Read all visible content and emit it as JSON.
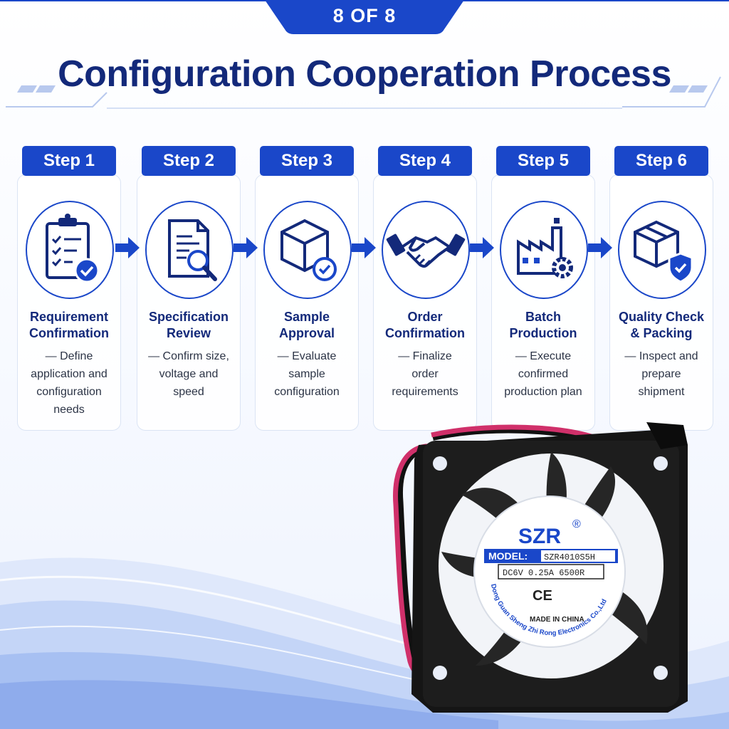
{
  "badge": {
    "label": "8 OF 8"
  },
  "header": {
    "title": "Configuration Cooperation Process"
  },
  "steps": [
    {
      "tab": "Step 1",
      "title_line1": "Requirement",
      "title_line2": "Confirmation",
      "desc_lines": [
        "— Define",
        "application and",
        "configuration",
        "needs"
      ],
      "icon": "clipboard-check-icon"
    },
    {
      "tab": "Step 2",
      "title_line1": "Specification",
      "title_line2": "Review",
      "desc_lines": [
        "— Confirm size,",
        "voltage and",
        "speed"
      ],
      "icon": "document-search-icon"
    },
    {
      "tab": "Step 3",
      "title_line1": "Sample",
      "title_line2": "Approval",
      "desc_lines": [
        "— Evaluate",
        "sample",
        "configuration"
      ],
      "icon": "box-check-icon"
    },
    {
      "tab": "Step 4",
      "title_line1": "Order",
      "title_line2": "Confirmation",
      "desc_lines": [
        "— Finalize",
        "order",
        "requirements"
      ],
      "icon": "handshake-icon"
    },
    {
      "tab": "Step 5",
      "title_line1": "Batch",
      "title_line2": "Production",
      "desc_lines": [
        "— Execute",
        "confirmed",
        "production plan"
      ],
      "icon": "factory-gear-icon"
    },
    {
      "tab": "Step 6",
      "title_line1": "Quality Check",
      "title_line2": "& Packing",
      "desc_lines": [
        "— Inspect and",
        "prepare",
        "shipment"
      ],
      "icon": "package-shield-icon"
    }
  ],
  "product": {
    "brand": "SZR",
    "registered_mark": "®",
    "model_label": "MODEL:",
    "model_value": "SZR4010S5H",
    "spec": "DC6V 0.25A 6500R",
    "ce_mark": "CE",
    "made_in": "MADE IN CHINA",
    "manufacturer": "Dong Guan Sheng Zhi Rong Electronics Co.,Ltd"
  },
  "colors": {
    "primary": "#1a47c9",
    "title": "#13297a",
    "wire_red": "#d0306a",
    "fan_body": "#151515"
  }
}
